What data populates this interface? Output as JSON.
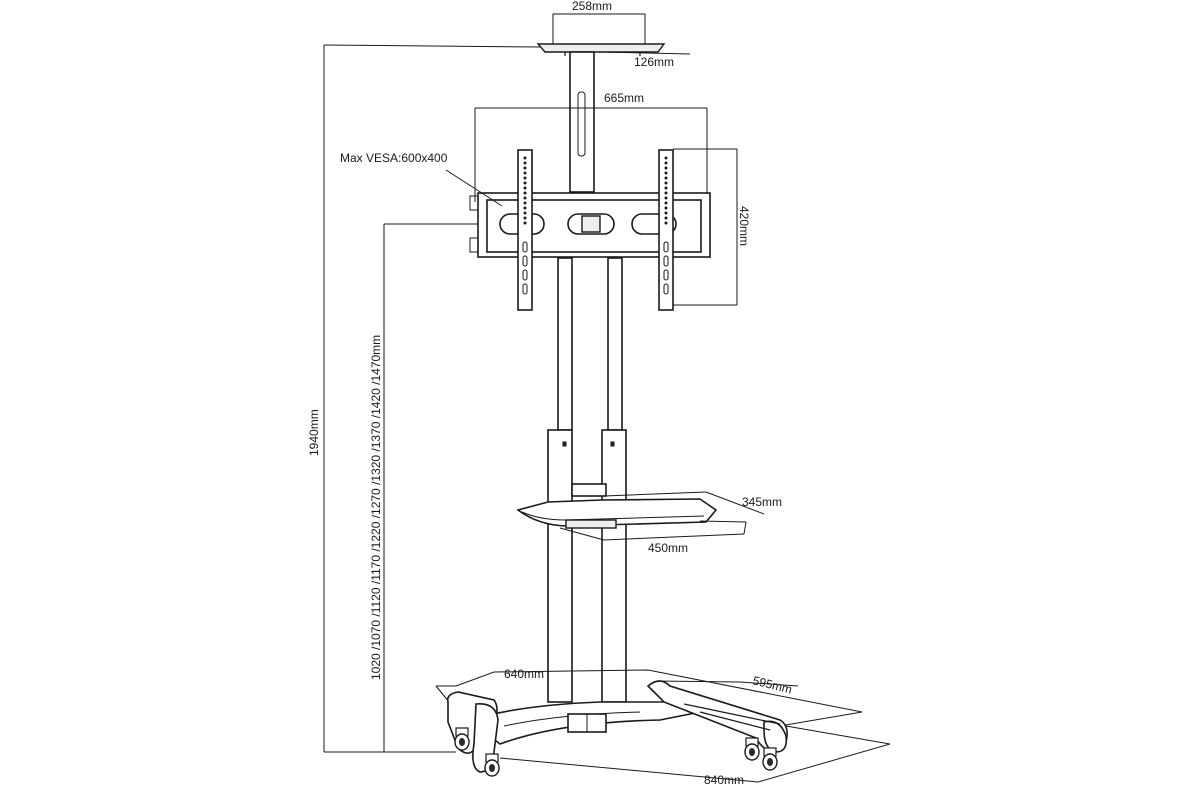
{
  "dimensions": {
    "camera_shelf_width": "258mm",
    "camera_shelf_depth": "126mm",
    "bracket_width": "665mm",
    "max_vesa": "Max VESA:600x400",
    "bracket_height": "420mm",
    "total_height": "1940mm",
    "adjustable_height": "1020 /1070 /1120 /1170 /1220 /1270 /1320 /1370 /1420 /1470mm",
    "shelf_depth": "345mm",
    "shelf_width": "450mm",
    "base_inner_width": "640mm",
    "base_depth": "595mm",
    "base_width": "840mm"
  }
}
